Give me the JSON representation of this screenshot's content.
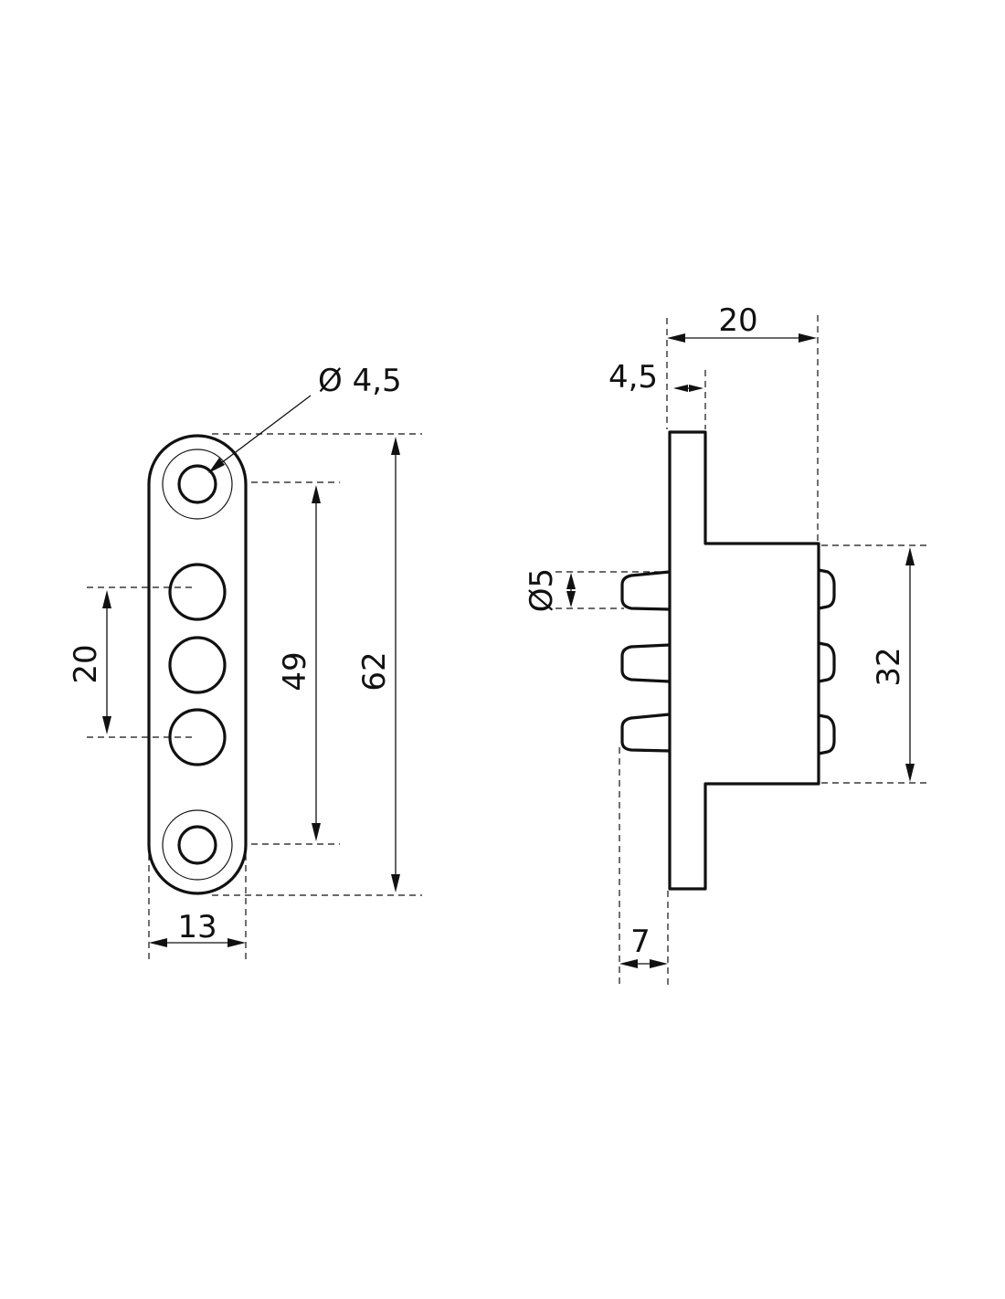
{
  "front_view": {
    "labels": {
      "screw_hole_diameter": "Ø 4,5",
      "pin_spacing": "20",
      "hole_spacing": "49",
      "overall_height": "62",
      "width": "13"
    }
  },
  "side_view": {
    "labels": {
      "depth": "20",
      "plate_thickness": "4,5",
      "pin_diameter": "Ø5",
      "body_height": "32",
      "pin_length": "7"
    }
  },
  "colors": {
    "line": "#111111",
    "background": "#ffffff"
  }
}
